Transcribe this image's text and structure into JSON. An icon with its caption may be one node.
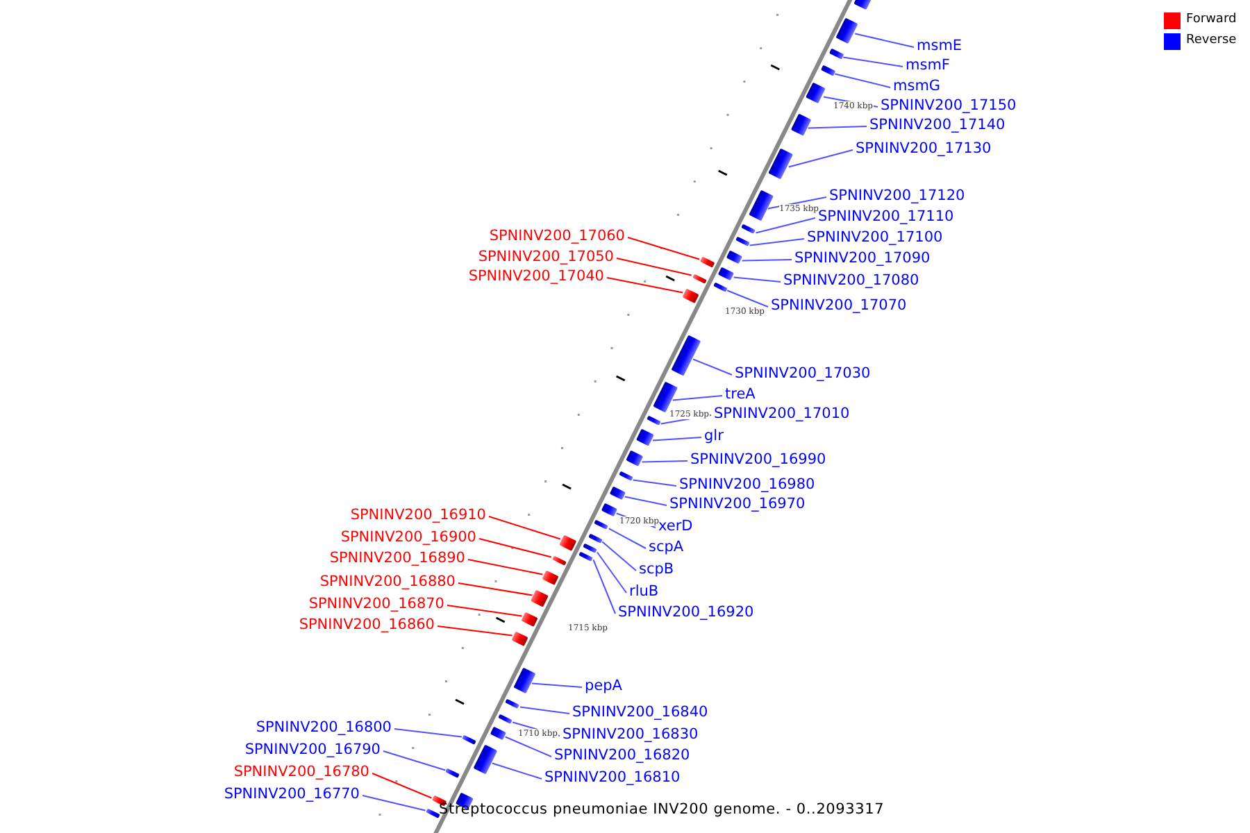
{
  "diagram": {
    "caption": "Streptococcus pneumoniae INV200 genome. - 0..2093317",
    "nodes": [
      {
        "text": [
          "msmE"
        ]
      },
      {
        "text": [],
        "shape": "box"
      },
      {
        "text": [
          "msmF"
        ]
      },
      {
        "text": [],
        "shape": "box"
      },
      {
        "text": [
          "msmG"
        ]
      },
      {
        "text": [],
        "shape": "box"
      },
      {
        "text": [
          "SPNINV200_17150"
        ]
      },
      {
        "text": [],
        "shape": "box"
      },
      {
        "text": [
          "SPNINV200_17140"
        ]
      },
      {
        "text": [],
        "shape": "box"
      },
      {
        "text": [
          "SPNINV200_17130"
        ]
      },
      {
        "text": [],
        "shape": "box"
      },
      {
        "text": [
          "SPNINV200_17120"
        ]
      },
      {
        "text": [],
        "shape": "box"
      },
      {
        "text": [
          "SPNINV200_17110"
        ]
      },
      {
        "text": [],
        "shape": "box"
      },
      {
        "text": [
          "SPNINV200_17060"
        ]
      },
      {
        "text": [],
        "shape": "box"
      },
      {
        "text": [
          "SPNINV200_17100"
        ]
      },
      {
        "text": [],
        "shape": "box"
      },
      {
        "text": [
          "SPNINV200_17050"
        ]
      },
      {
        "text": [],
        "shape": "box"
      },
      {
        "text": [
          "SPNINV200_17090"
        ]
      },
      {
        "text": [],
        "shape": "box"
      },
      {
        "text": [
          "SPNINV200_17040"
        ]
      },
      {
        "text": [],
        "shape": "box"
      },
      {
        "text": [
          "SPNINV200_17080"
        ]
      },
      {
        "text": [],
        "shape": "box"
      },
      {
        "text": [
          "SPNINV200_17070"
        ]
      },
      {
        "text": [],
        "shape": "box"
      },
      {
        "text": [
          "SPNINV200_17030"
        ]
      },
      {
        "text": [],
        "shape": "box"
      },
      {
        "text": [
          "treA"
        ]
      },
      {
        "text": [],
        "shape": "box"
      },
      {
        "text": [
          "SPNINV200_17010"
        ]
      },
      {
        "text": [],
        "shape": "box"
      },
      {
        "text": [
          "glr"
        ]
      },
      {
        "text": [],
        "shape": "box"
      },
      {
        "text": [
          "SPNINV200_16990"
        ]
      },
      {
        "text": [],
        "shape": "box"
      },
      {
        "text": [
          "SPNINV200_16980"
        ]
      },
      {
        "text": [],
        "shape": "box"
      },
      {
        "text": [
          "SPNINV200_16970"
        ]
      },
      {
        "text": [],
        "shape": "box"
      },
      {
        "text": [
          "SPNINV200_16910"
        ]
      },
      {
        "text": [],
        "shape": "box"
      },
      {
        "text": [
          "xerD"
        ]
      },
      {
        "text": [],
        "shape": "box"
      },
      {
        "text": [
          "SPNINV200_16900"
        ]
      },
      {
        "text": [],
        "shape": "box"
      },
      {
        "text": [
          "scpA"
        ]
      },
      {
        "text": [],
        "shape": "box"
      },
      {
        "text": [
          "SPNINV200_16890"
        ]
      },
      {
        "text": [],
        "shape": "box"
      },
      {
        "text": [
          "scpB"
        ]
      },
      {
        "text": [],
        "shape": "box"
      },
      {
        "text": [
          "SPNINV200_16880"
        ]
      },
      {
        "text": [],
        "shape": "box"
      },
      {
        "text": [
          "rluB"
        ]
      },
      {
        "text": [],
        "shape": "box"
      },
      {
        "text": [
          "SPNINV200_16870"
        ]
      },
      {
        "text": [],
        "shape": "box"
      },
      {
        "text": [
          "SPNINV200_16920"
        ]
      },
      {
        "text": [],
        "shape": "box"
      },
      {
        "text": [
          "SPNINV200_16860"
        ]
      },
      {
        "text": [],
        "shape": "box"
      },
      {
        "text": [
          "pepA"
        ]
      },
      {
        "text": [],
        "shape": "box"
      },
      {
        "text": [
          "SPNINV200_16840"
        ]
      },
      {
        "text": [],
        "shape": "box"
      },
      {
        "text": [
          "SPNINV200_16800"
        ]
      },
      {
        "text": [],
        "shape": "box"
      },
      {
        "text": [
          "SPNINV200_16830"
        ]
      },
      {
        "text": [],
        "shape": "box"
      },
      {
        "text": [
          "SPNINV200_16790"
        ]
      },
      {
        "text": [],
        "shape": "box"
      },
      {
        "text": [
          "SPNINV200_16820"
        ]
      },
      {
        "text": [],
        "shape": "box"
      },
      {
        "text": [
          "SPNINV200_16810"
        ]
      },
      {
        "text": [],
        "shape": "box"
      },
      {
        "text": [
          "SPNINV200_16780"
        ]
      },
      {
        "text": [],
        "shape": "box"
      },
      {
        "text": [
          "SPNINV200_16770"
        ]
      },
      {
        "text": [],
        "shape": "box"
      },
      {
        "text": [],
        "shape": "box"
      },
      {
        "text": [],
        "shape": "box"
      }
    ],
    "edges": [
      {
        "from": 0,
        "to": 1,
        "arrow": "none"
      },
      {
        "from": 2,
        "to": 3,
        "arrow": "none"
      },
      {
        "from": 4,
        "to": 5,
        "arrow": "none"
      },
      {
        "from": 6,
        "to": 7,
        "arrow": "none"
      },
      {
        "from": 8,
        "to": 9,
        "arrow": "none"
      },
      {
        "from": 10,
        "to": 11,
        "arrow": "none"
      },
      {
        "from": 12,
        "to": 13,
        "arrow": "none"
      },
      {
        "from": 14,
        "to": 15,
        "arrow": "none"
      },
      {
        "from": 16,
        "to": 17,
        "arrow": "none",
        "color": "#ff0000"
      },
      {
        "from": 18,
        "to": 19,
        "arrow": "none"
      },
      {
        "from": 20,
        "to": 21,
        "arrow": "none",
        "color": "#ff0000"
      },
      {
        "from": 22,
        "to": 23,
        "arrow": "none"
      },
      {
        "from": 24,
        "to": 25,
        "arrow": "none",
        "color": "#ff0000"
      },
      {
        "from": 26,
        "to": 27,
        "arrow": "none"
      },
      {
        "from": 28,
        "to": 29,
        "arrow": "none"
      },
      {
        "from": 30,
        "to": 31,
        "arrow": "none"
      },
      {
        "from": 32,
        "to": 33,
        "arrow": "none"
      },
      {
        "from": 34,
        "to": 35,
        "arrow": "none"
      },
      {
        "from": 36,
        "to": 37,
        "arrow": "none"
      },
      {
        "from": 38,
        "to": 39,
        "arrow": "none"
      },
      {
        "from": 40,
        "to": 41,
        "arrow": "none"
      },
      {
        "from": 42,
        "to": 43,
        "arrow": "none"
      },
      {
        "from": 44,
        "to": 45,
        "arrow": "none",
        "color": "#ff0000"
      },
      {
        "from": 46,
        "to": 47,
        "arrow": "none"
      },
      {
        "from": 48,
        "to": 49,
        "arrow": "none",
        "color": "#ff0000"
      },
      {
        "from": 50,
        "to": 51,
        "arrow": "none"
      },
      {
        "from": 52,
        "to": 53,
        "arrow": "none",
        "color": "#ff0000"
      },
      {
        "from": 54,
        "to": 55,
        "arrow": "none"
      },
      {
        "from": 56,
        "to": 57,
        "arrow": "none",
        "color": "#ff0000"
      },
      {
        "from": 58,
        "to": 59,
        "arrow": "none"
      },
      {
        "from": 60,
        "to": 61,
        "arrow": "none",
        "color": "#ff0000"
      },
      {
        "from": 62,
        "to": 63,
        "arrow": "none"
      },
      {
        "from": 64,
        "to": 65,
        "arrow": "none",
        "color": "#ff0000"
      },
      {
        "from": 66,
        "to": 67,
        "arrow": "none"
      },
      {
        "from": 68,
        "to": 69,
        "arrow": "none"
      },
      {
        "from": 70,
        "to": 71,
        "arrow": "none"
      },
      {
        "from": 72,
        "to": 73,
        "arrow": "none"
      },
      {
        "from": 74,
        "to": 75,
        "arrow": "none"
      },
      {
        "from": 76,
        "to": 77,
        "arrow": "none"
      },
      {
        "from": 78,
        "to": 79,
        "arrow": "none"
      },
      {
        "from": 80,
        "to": 81,
        "arrow": "none",
        "color": "#ff0000"
      },
      {
        "from": 82,
        "to": 83,
        "arrow": "none"
      }
    ],
    "labels": [
      "1740 kbp",
      "1735 kbp",
      "1730 kbp",
      "1725 kbp",
      "1720 kbp",
      "1715 kbp",
      "1710 kbp"
    ],
    "legend": [
      {
        "text": "Forward",
        "color": "#ff0000"
      },
      {
        "text": "Reverse",
        "color": "#0000ff"
      }
    ]
  }
}
